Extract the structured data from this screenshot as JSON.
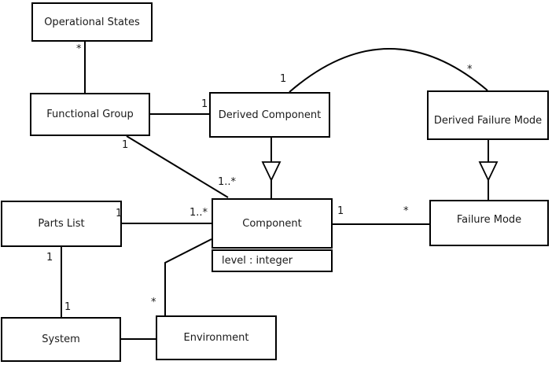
{
  "diagram": {
    "type": "uml-class-diagram",
    "background_color": "#ffffff",
    "line_color": "#000000",
    "text_color": "#1a1a1a",
    "classes": [
      {
        "id": "operational-states",
        "name": "Operational States"
      },
      {
        "id": "functional-group",
        "name": "Functional Group"
      },
      {
        "id": "derived-component",
        "name": "Derived Component"
      },
      {
        "id": "derived-failure-mode",
        "name": "Derived Failure Mode"
      },
      {
        "id": "parts-list",
        "name": "Parts List"
      },
      {
        "id": "component",
        "name": "Component",
        "attributes": [
          "level : integer"
        ]
      },
      {
        "id": "failure-mode",
        "name": "Failure Mode"
      },
      {
        "id": "system",
        "name": "System"
      },
      {
        "id": "environment",
        "name": "Environment"
      }
    ],
    "relationships": [
      {
        "from": "Operational States",
        "to": "Functional Group",
        "type": "association",
        "from_mult": "*"
      },
      {
        "from": "Functional Group",
        "to": "Derived Component",
        "type": "association",
        "to_mult": "1"
      },
      {
        "from": "Derived Component",
        "to": "Derived Failure Mode",
        "type": "association",
        "from_mult": "1",
        "to_mult": "*"
      },
      {
        "from": "Derived Component",
        "to": "Component",
        "type": "generalization"
      },
      {
        "from": "Derived Failure Mode",
        "to": "Failure Mode",
        "type": "generalization"
      },
      {
        "from": "Functional Group",
        "to": "Component",
        "type": "association",
        "from_mult": "1",
        "to_mult": "1..*"
      },
      {
        "from": "Parts List",
        "to": "Component",
        "type": "association",
        "from_mult": "1",
        "to_mult": "1..*"
      },
      {
        "from": "Component",
        "to": "Failure Mode",
        "type": "association",
        "from_mult": "1",
        "to_mult": "*"
      },
      {
        "from": "Parts List",
        "to": "System",
        "type": "association",
        "from_mult": "1",
        "to_mult": "1"
      },
      {
        "from": "System",
        "to": "Environment",
        "type": "association"
      },
      {
        "from": "Environment",
        "to": "Component",
        "type": "association",
        "from_mult": "*"
      }
    ]
  }
}
